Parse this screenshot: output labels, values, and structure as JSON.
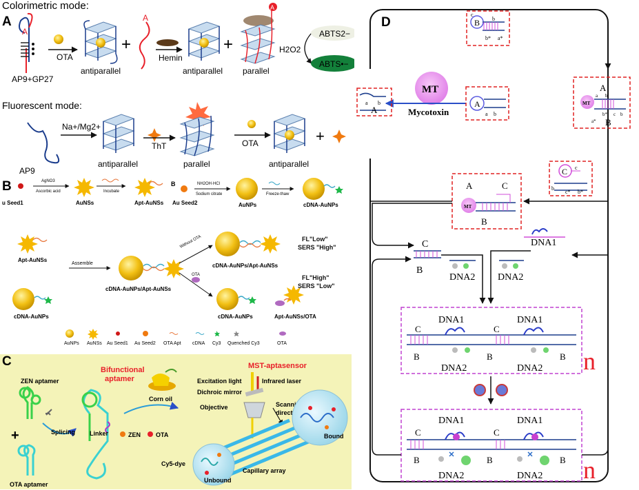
{
  "panelA": {
    "letter": "A",
    "colorimetric_title": "Colorimetric mode:",
    "fluorescent_title": "Fluorescent mode:",
    "aptamer_label": "AP9+GP27",
    "hairpin_A": "A",
    "ota_step": "OTA",
    "strand_A": "A",
    "hemin_step": "Hemin",
    "badge_A": "A",
    "h2o2": "H2O2",
    "abts_top": "ABTS2−",
    "abts_bottom": "ABTS•−",
    "antiparallel_1": "antiparallel",
    "antiparallel_2": "antiparallel",
    "parallel": "parallel",
    "ap9": "AP9",
    "ions": "Na+/Mg2+",
    "tht": "ThT",
    "ota_step2": "OTA",
    "fl_antiparallel_1": "antiparallel",
    "fl_parallel": "parallel",
    "fl_antiparallel_2": "antiparallel"
  },
  "panelB": {
    "letter": "B",
    "sub_letter": "B",
    "seed1": "u Seed1",
    "agno3": "AgNO3",
    "ascorbic": "Ascorbic acid",
    "aunss": "AuNSs",
    "incubate": "Incubate",
    "apt_aunss": "Apt-AuNSs",
    "seed2": "Au Seed2",
    "nh2oh": "NH2OH·HCl",
    "citrate": "Sodium citrate",
    "aunps": "AuNPs",
    "freeze": "Freeze-thaw",
    "cdna_aunps": "cDNA-AuNPs",
    "apt_aunss_left": "Apt-AuNSs",
    "cdna_aunps_left": "cDNA-AuNPs",
    "assemble": "Assemble",
    "complex": "cDNA-AuNPs/Apt-AuNSs",
    "without_ota": "Without OTA",
    "ota_small": "OTA",
    "complex_right": "cDNA-AuNPs/Apt-AuNSs",
    "cdna_aunps_bottom": "cDNA-AuNPs",
    "apt_ota": "Apt-AuNSs/OTA",
    "fl_low": "FL\"Low\"",
    "sers_high": "SERS \"High\"",
    "fl_high": "FL\"High\"",
    "sers_low": "SERS \"Low\"",
    "legend": [
      "AuNPs",
      "AuNSs",
      "Au Seed1",
      "Au Seed2",
      "OTA Apt",
      "cDNA",
      "Cy3",
      "Quenched Cy3",
      "OTA"
    ]
  },
  "panelC": {
    "letter": "C",
    "zen_aptamer": "ZEN aptamer",
    "ota_aptamer": "OTA aptamer",
    "splicing": "Splicing",
    "plus": "+",
    "bifunctional": "Bifunctional",
    "aptamer": "aptamer",
    "linker": "Linker",
    "corn_oil": "Corn oil",
    "zen": "ZEN",
    "ota": "OTA",
    "mst": "MST-aptasensor",
    "excitation": "Excitation light",
    "infrared": "Infrared laser",
    "dichroic": "Dichroic mirror",
    "objective": "Objective",
    "scanning1": "Scanning",
    "scanning2": "direction",
    "capillary": "Capillary array",
    "bound": "Bound",
    "unbound": "Unbound",
    "cy5": "Cy5-dye"
  },
  "panelD": {
    "letter": "D",
    "mt": "MT",
    "mycotoxin": "Mycotoxin",
    "A": "A",
    "B": "B",
    "C": "C",
    "dna1": "DNA1",
    "dna2": "DNA2",
    "n": "n",
    "a": "a",
    "b": "b",
    "bstar": "b*",
    "astar": "a*",
    "c": "c",
    "cstar": "c*"
  },
  "colors": {
    "red": "#e8202a",
    "blue": "#1a3c8c",
    "magenta": "#d14dd9",
    "dashRed": "#e02020",
    "yellowBg": "#f4f3b8",
    "green": "#1f9e3a"
  }
}
